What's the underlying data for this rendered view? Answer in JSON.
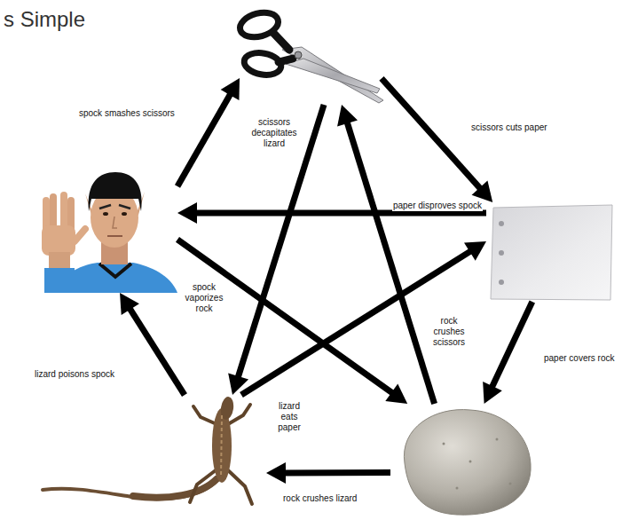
{
  "diagram": {
    "title": "s Simple",
    "nodes": [
      {
        "text": []
      },
      {
        "text": []
      },
      {
        "text": []
      },
      {
        "text": []
      },
      {
        "text": []
      }
    ],
    "edges": [
      {
        "from": 0,
        "to": 2,
        "arrow": "to",
        "label": "scissors cuts paper"
      },
      {
        "from": 2,
        "to": 4,
        "arrow": "to",
        "label": "paper covers rock"
      },
      {
        "from": 4,
        "to": 3,
        "arrow": "to",
        "label": "rock crushes lizard"
      },
      {
        "from": 3,
        "to": 1,
        "arrow": "to",
        "label": "lizard poisons spock"
      },
      {
        "from": 1,
        "to": 0,
        "arrow": "to",
        "label": "spock smashes scissors"
      },
      {
        "from": 0,
        "to": 3,
        "arrow": "to",
        "label": "scissors decapitates lizard"
      },
      {
        "from": 3,
        "to": 2,
        "arrow": "to",
        "label": "lizard eats paper"
      },
      {
        "from": 2,
        "to": 1,
        "arrow": "to",
        "label": "paper disproves spock"
      },
      {
        "from": 1,
        "to": 4,
        "arrow": "to",
        "label": "spock vaporizes rock"
      },
      {
        "from": 4,
        "to": 0,
        "arrow": "to",
        "label": "rock crushes scissors"
      }
    ]
  }
}
